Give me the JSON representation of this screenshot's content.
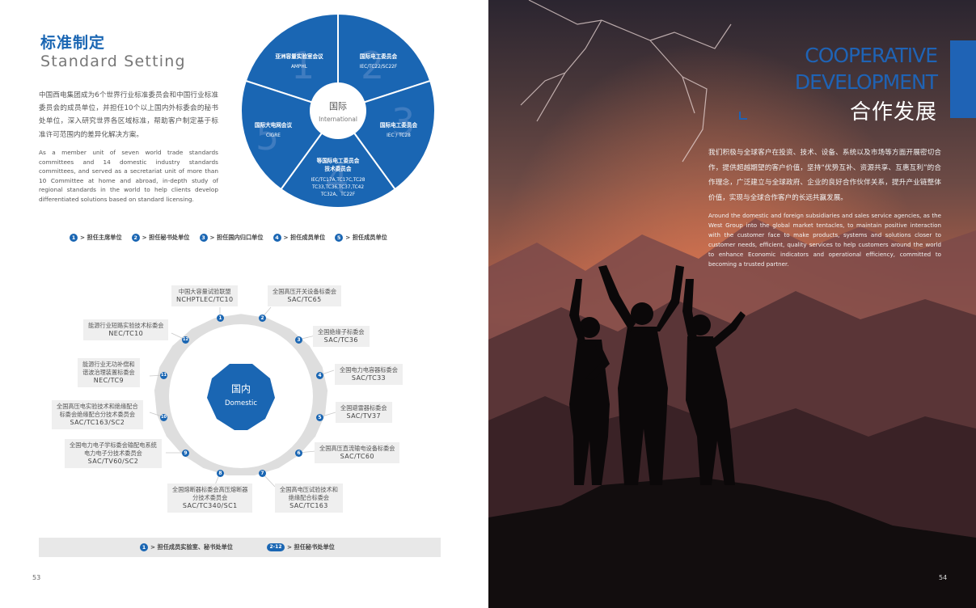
{
  "left": {
    "title_cn": "标准制定",
    "title_en": "Standard Setting",
    "intro_cn": "中国西电集团成为6个世界行业标准委员会和中国行业标准委员会的成员单位，并担任10个以上国内外标委会的秘书处单位，深入研究世界各区域标准，帮助客户制定基于标准许可范围内的差异化解决方案。",
    "intro_en": "As a member unit of seven world trade standards committees and 14 domestic industry standards committees, and served as a secretariat unit of more than 10 Committee at home and abroad, in-depth study of regional standards in the world to help clients develop differentiated solutions based on standard licensing.",
    "international": {
      "center_cn": "国际",
      "center_en": "International",
      "segments": [
        {
          "num": "1",
          "name": "亚洲容量实验室会议",
          "code": "AMPHL"
        },
        {
          "num": "2",
          "name": "国际电工委员会",
          "code": "IEC/TC22/SC22F"
        },
        {
          "num": "3",
          "name": "国际电工委员会",
          "code": "IEC / TC28"
        },
        {
          "num": "4",
          "name": "等国际电工委员会技术委员会",
          "name_line1": "等国际电工委员会",
          "name_line2": "技术委员会",
          "code_line1": "IEC/TC17A,TC17C,TC28",
          "code_line2": "TC33,TC36,TC37,TC42",
          "code_line3": "TC32A、TC22F"
        },
        {
          "num": "5",
          "name": "国际大电网会议",
          "code": "CIGRE"
        }
      ]
    },
    "legend": [
      {
        "num": "1",
        "text": "> 担任主席单位"
      },
      {
        "num": "2",
        "text": "> 担任秘书处单位"
      },
      {
        "num": "3",
        "text": "> 担任国内归口单位"
      },
      {
        "num": "4",
        "text": "> 担任成员单位"
      },
      {
        "num": "5",
        "text": "> 担任成员单位"
      }
    ],
    "domestic": {
      "center_cn": "国内",
      "center_en": "Domestic",
      "items": [
        {
          "num": "1",
          "name": "中国大容量试验联盟",
          "code": "NCHPTLEC/TC10"
        },
        {
          "num": "2",
          "name": "全国高压开关设备标委会",
          "code": "SAC/TC65"
        },
        {
          "num": "3",
          "name": "全国绝缘子标委会",
          "code": "SAC/TC36"
        },
        {
          "num": "4",
          "name": "全国电力电容器标委会",
          "code": "SAC/TC33"
        },
        {
          "num": "5",
          "name": "全国避雷器标委会",
          "code": "SAC/TV37"
        },
        {
          "num": "6",
          "name": "全国高压直流输电设备标委会",
          "code": "SAC/TC60"
        },
        {
          "num": "7",
          "name_line1": "全国高电压试验技术和",
          "name_line2": "绝缘配合标委会",
          "code": "SAC/TC163"
        },
        {
          "num": "8",
          "name_line1": "全国熔断器标委会高压熔断器",
          "name_line2": "分技术委员会",
          "code": "SAC/TC340/SC1"
        },
        {
          "num": "9",
          "name_line1": "全国电力电子学标委会输配电系统",
          "name_line2": "电力电子分技术委员会",
          "code": "SAC/TV60/SC2"
        },
        {
          "num": "10",
          "name_line1": "全国高压电实验技术和绝缘配合",
          "name_line2": "标委会绝缘配合分技术委员会",
          "code": "SAC/TC163/SC2"
        },
        {
          "num": "11",
          "name_line1": "能源行业无功补偿和",
          "name_line2": "谐波治理装置标委会",
          "code": "NEC/TC9"
        },
        {
          "num": "12",
          "name": "能源行业短路实验技术标委会",
          "code": "NEC/TC10"
        }
      ]
    },
    "bottom_bar": [
      {
        "num": "1",
        "text": "> 担任成员实验室、秘书处单位"
      },
      {
        "num": "2-12",
        "text": "> 担任秘书处单位"
      }
    ],
    "page_number": "53"
  },
  "right": {
    "title_en_line1": "COOPERATIVE",
    "title_en_line2": "DEVELOPMENT",
    "title_cn": "合作发展",
    "body_cn": "我们积极与全球客户在投资、技术、设备、系统以及市场等方面开展密切合作，提供超越期望的客户价值，坚持“优势互补、资源共享、互惠互利”的合作理念，广泛建立与全球政府、企业的良好合作伙伴关系，提升产业链整体价值，实现与全球合作客户的长远共赢发展。",
    "body_en": "Around the domestic and foreign subsidiaries and sales service agencies, as the West Group into the global market tentacles, to maintain positive interaction with the customer face to make products, systems and solutions closer to customer needs, efficient, quality services to help customers around the world to enhance Economic indicators and operational efficiency, committed to becoming a trusted partner.",
    "page_number": "54"
  },
  "colors": {
    "brand_blue": "#1a66b3",
    "panel_gray": "#efefef"
  }
}
